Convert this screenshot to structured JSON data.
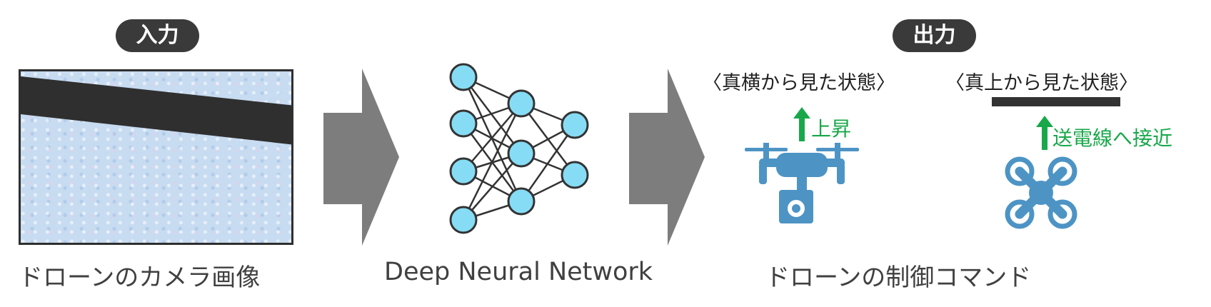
{
  "input": {
    "badge": "入力",
    "caption": "ドローンのカメラ画像"
  },
  "network": {
    "caption": "Deep Neural Network"
  },
  "output": {
    "badge": "出力",
    "caption": "ドローンの制御コマンド",
    "side_view": {
      "label": "〈真横から見た状態〉",
      "command": "上昇"
    },
    "top_view": {
      "label": "〈真上から見た状態〉",
      "command": "送電線へ接近"
    }
  },
  "colors": {
    "badge_bg": "#3a3a3a",
    "arrow_gray": "#7d7d7d",
    "node_fill": "#86dcf5",
    "drone_blue": "#4d94c5",
    "command_green": "#18a84a",
    "power_line": "#333333"
  }
}
